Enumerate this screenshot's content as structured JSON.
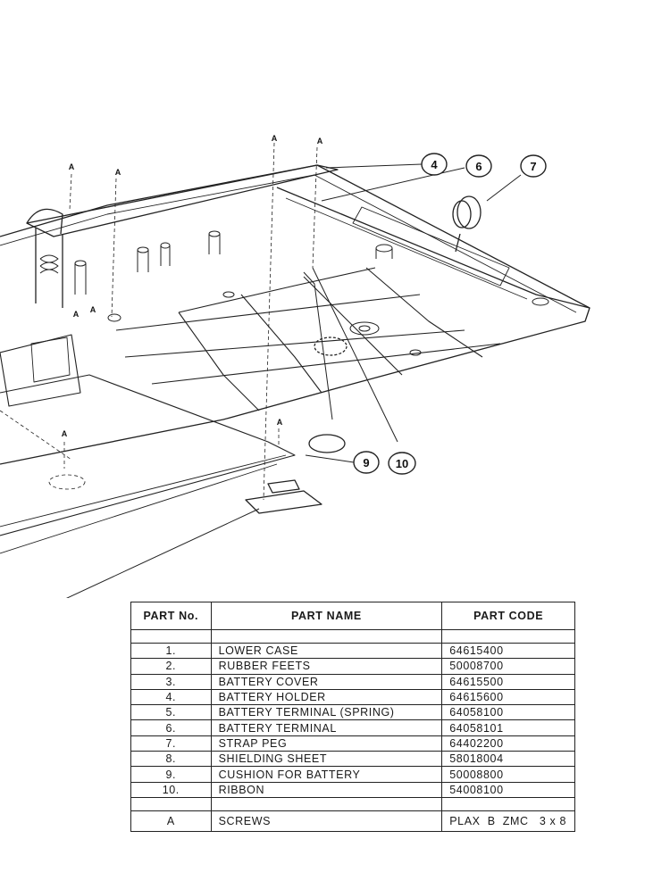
{
  "diagram": {
    "callouts": [
      "4",
      "6",
      "7",
      "9",
      "10"
    ],
    "screw_label": "A"
  },
  "table": {
    "headers": {
      "no": "PART No.",
      "name": "PART NAME",
      "code": "PART CODE"
    },
    "rows": [
      {
        "no": "1.",
        "name": "LOWER CASE",
        "code": "64615400"
      },
      {
        "no": "2.",
        "name": "RUBBER FEETS",
        "code": "50008700"
      },
      {
        "no": "3.",
        "name": "BATTERY COVER",
        "code": "64615500"
      },
      {
        "no": "4.",
        "name": "BATTERY HOLDER",
        "code": "64615600"
      },
      {
        "no": "5.",
        "name": "BATTERY TERMINAL (SPRING)",
        "code": "64058100"
      },
      {
        "no": "6.",
        "name": "BATTERY TERMINAL",
        "code": "64058101"
      },
      {
        "no": "7.",
        "name": "STRAP PEG",
        "code": "64402200"
      },
      {
        "no": "8.",
        "name": "SHIELDING SHEET",
        "code": "58018004"
      },
      {
        "no": "9.",
        "name": "CUSHION FOR BATTERY",
        "code": "50008800"
      },
      {
        "no": "10.",
        "name": "RIBBON",
        "code": "54008100"
      }
    ],
    "screws": {
      "no": "A",
      "name": "SCREWS",
      "code": "PLAX  B  ZMC   3 x 8"
    }
  }
}
